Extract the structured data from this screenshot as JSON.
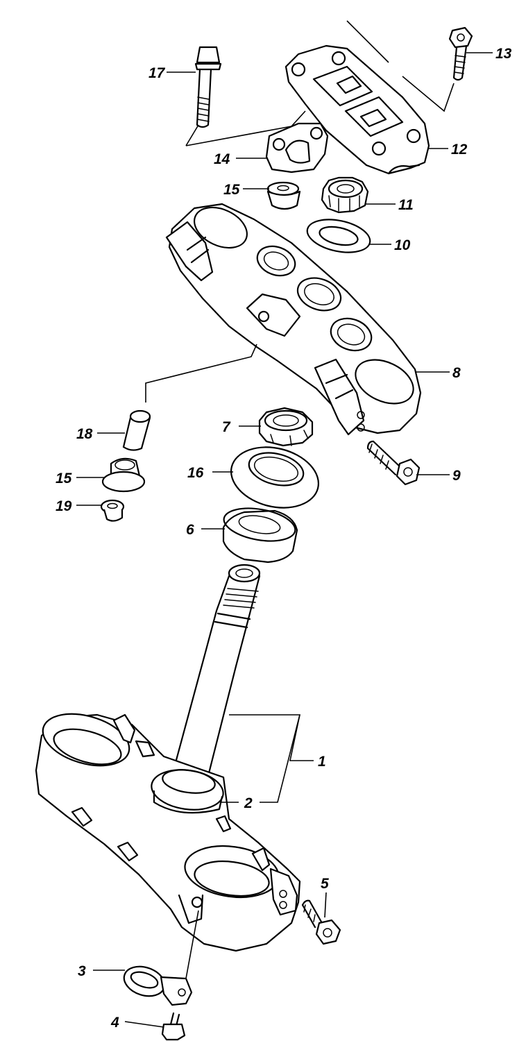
{
  "labels": {
    "p1": "1",
    "p2": "2",
    "p3": "3",
    "p4": "4",
    "p5": "5",
    "p6": "6",
    "p7": "7",
    "p8": "8",
    "p9": "9",
    "p10": "10",
    "p11": "11",
    "p12": "12",
    "p13": "13",
    "p14": "14",
    "p15a": "15",
    "p15b": "15",
    "p16": "16",
    "p17": "17",
    "p18": "18",
    "p19": "19"
  }
}
